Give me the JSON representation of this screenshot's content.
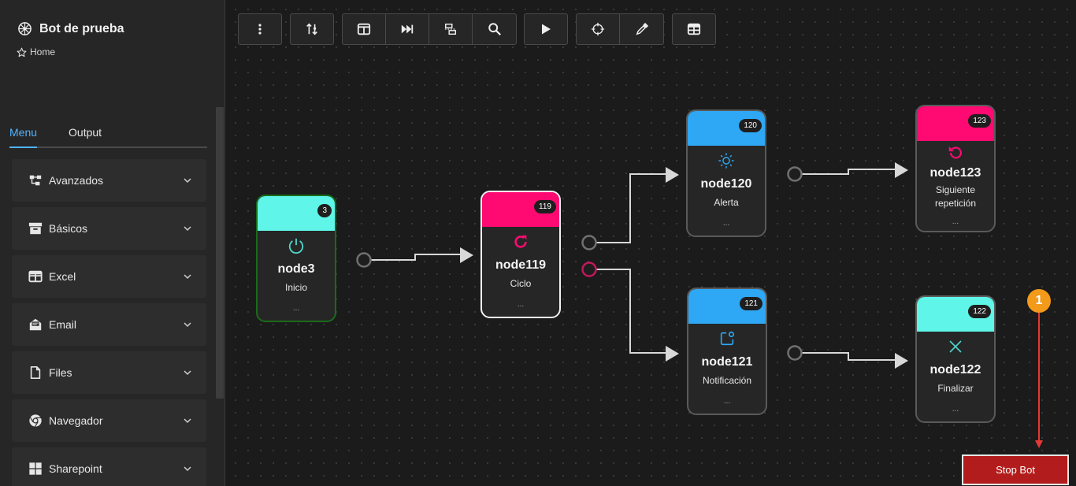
{
  "app": {
    "title": "Bot de prueba",
    "breadcrumb": "Home"
  },
  "sidebar": {
    "tabs": [
      {
        "label": "Menu",
        "active": true
      },
      {
        "label": "Output",
        "active": false
      }
    ],
    "items": [
      {
        "label": "Avanzados",
        "icon": "nodes-icon"
      },
      {
        "label": "Básicos",
        "icon": "archive-icon"
      },
      {
        "label": "Excel",
        "icon": "table-icon"
      },
      {
        "label": "Email",
        "icon": "email-icon"
      },
      {
        "label": "Files",
        "icon": "file-icon"
      },
      {
        "label": "Navegador",
        "icon": "chrome-icon"
      },
      {
        "label": "Sharepoint",
        "icon": "windows-icon"
      }
    ]
  },
  "toolbar": {
    "buttons": [
      "more-vertical-icon",
      "sort-icon",
      "layout-icon",
      "skip-forward-icon",
      "flow-icon",
      "search-icon",
      "play-icon",
      "target-icon",
      "eyedropper-icon",
      "grid-table-icon"
    ]
  },
  "nodes": [
    {
      "id": "node3",
      "badge": "3",
      "type": "Inicio",
      "more": "...",
      "color": "#5ff5e8",
      "icon": "power-icon"
    },
    {
      "id": "node119",
      "badge": "119",
      "type": "Ciclo",
      "more": "...",
      "color": "#ff0a72",
      "icon": "loop-icon"
    },
    {
      "id": "node120",
      "badge": "120",
      "type": "Alerta",
      "more": "...",
      "color": "#2ea7f5",
      "icon": "sun-icon"
    },
    {
      "id": "node121",
      "badge": "121",
      "type": "Notificación",
      "more": "...",
      "color": "#2ea7f5",
      "icon": "notification-icon"
    },
    {
      "id": "node123",
      "badge": "123",
      "type": "Siguiente repetición",
      "more": "...",
      "color": "#ff0a72",
      "icon": "undo-icon"
    },
    {
      "id": "node122",
      "badge": "122",
      "type": "Finalizar",
      "more": "...",
      "color": "#5ff5e8",
      "icon": "close-icon"
    }
  ],
  "stop_button": {
    "label": "Stop Bot"
  },
  "annotation": {
    "label": "1",
    "color": "#f39a1a"
  }
}
